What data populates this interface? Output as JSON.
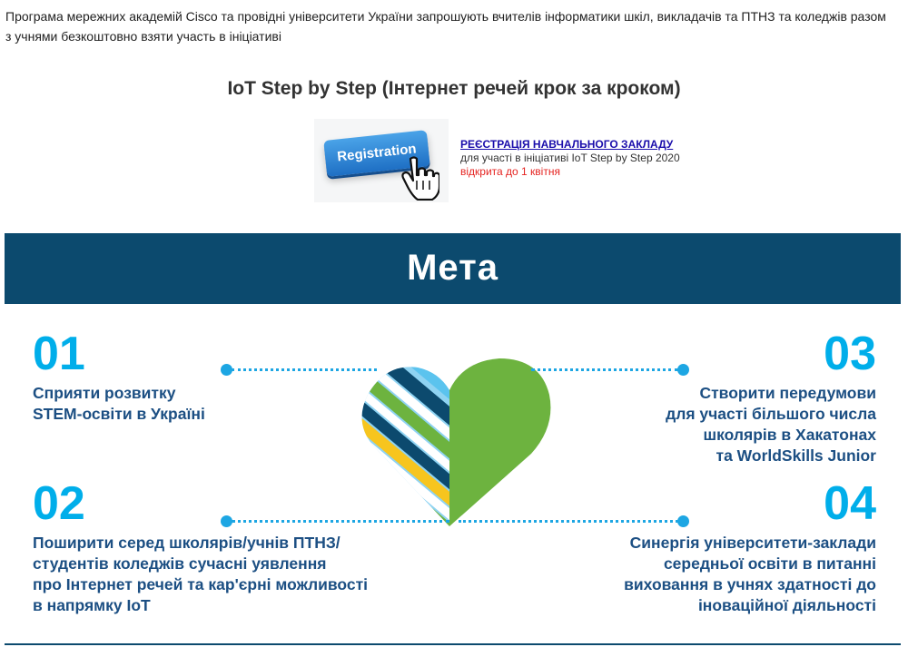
{
  "intro_text": "Програма мережних академій Cisco та провідні університети  України запрошують вчителів інформатики шкіл, викладачів та ПТНЗ та коледжів разом з учнями безкоштовно взяти участь в ініціативі",
  "title": "IoT Step by Step (Інтернет речей крок за кроком)",
  "registration": {
    "button_label": "Registration",
    "link_text": "РЕЄСТРАЦІЯ НАВЧАЛЬНОГО ЗАКЛАДУ",
    "description": "для участі в ініціативі IoT Step by Step 2020",
    "deadline": "відкрита до 1 квітня"
  },
  "meta_heading": "Мета",
  "goals": [
    {
      "number": "01",
      "lines": [
        "Сприяти розвитку",
        "STEM-освіти в Україні"
      ]
    },
    {
      "number": "02",
      "lines": [
        "Поширити серед школярів/учнів ПТНЗ/",
        "студентів коледжів сучасні уявлення",
        "про Інтернет речей та кар'єрні можливості",
        "в напрямку IoT"
      ]
    },
    {
      "number": "03",
      "lines": [
        "Створити передумови",
        "для участі більшого числа",
        "школярів в Хакатонах",
        "та WorldSkills Junior"
      ]
    },
    {
      "number": "04",
      "lines": [
        "Синергія університети-заклади",
        "середньої освіти в питанні",
        "виховання в учнях здатності до",
        "іноваційної діяльності"
      ]
    }
  ],
  "colors": {
    "banner": "#0c4a6e",
    "accent_number": "#00aeea",
    "goal_text": "#1c4f83",
    "heart_green": "#6db33f",
    "heart_dark": "#0c4a6e",
    "deadline": "#e52421"
  },
  "icons": [
    "hand-cursor-icon",
    "heart-graphic"
  ]
}
